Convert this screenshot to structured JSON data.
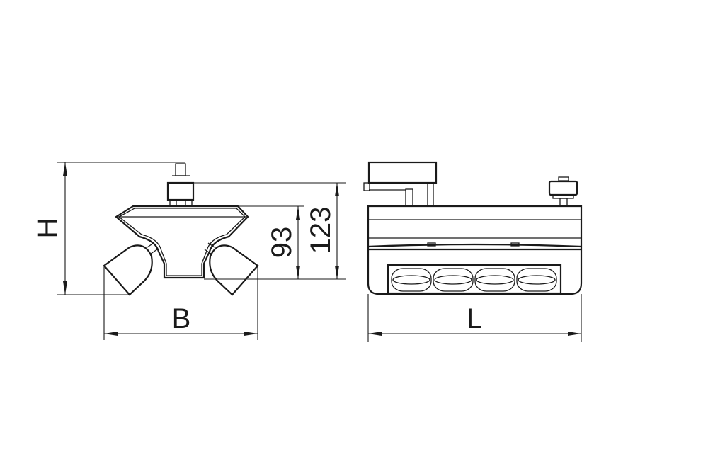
{
  "drawing": {
    "title": "Track spotlight dimension drawing",
    "views": [
      {
        "name": "side-view",
        "description": "End view with two angled spot heads"
      },
      {
        "name": "front-view",
        "description": "Longitudinal view with 4 LED lenses"
      }
    ],
    "labels": {
      "height": "H",
      "width": "B",
      "length": "L",
      "dim_93": "93",
      "dim_123": "123"
    },
    "colors": {
      "line": "#1a1a1a",
      "background": "#ffffff"
    },
    "lens_count": 4
  }
}
